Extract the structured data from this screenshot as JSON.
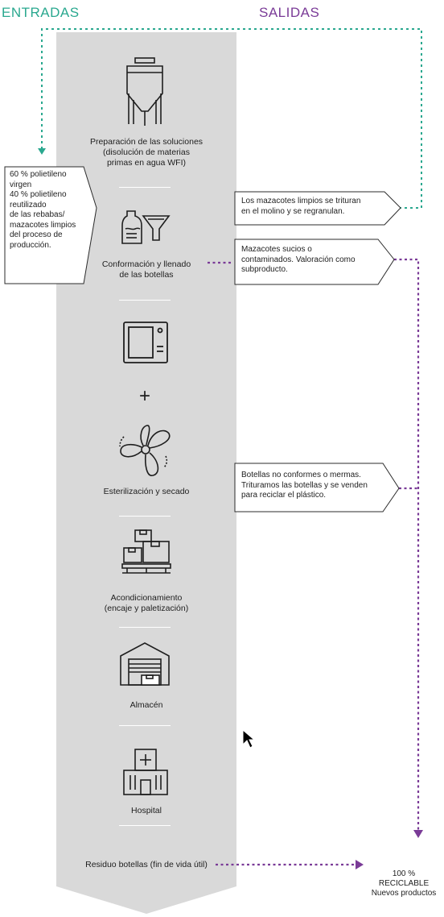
{
  "headers": {
    "inputs": "ENTRADAS",
    "outputs": "SALIDAS"
  },
  "colors": {
    "inputs": "#2aa88f",
    "outputs": "#7a3b97",
    "band": "#d9d9d9"
  },
  "steps": [
    {
      "icon": "tank-icon",
      "label": "Preparación de las soluciones\n(disolución de materias\nprimas en agua WFI)"
    },
    {
      "icon": "bottle-filling-icon",
      "label": "Conformación y llenado\nde las botellas"
    },
    {
      "icon": "autoclave-icon",
      "label": ""
    },
    {
      "icon": "fan-icon",
      "label": "Esterilización y secado"
    },
    {
      "icon": "boxes-pallet-icon",
      "label": "Acondicionamiento\n(encaje y paletización)"
    },
    {
      "icon": "warehouse-icon",
      "label": "Almacén"
    },
    {
      "icon": "hospital-icon",
      "label": "Hospital"
    },
    {
      "icon": "",
      "label": "Residuo botellas (fin de vida útil)"
    }
  ],
  "plus_sign": "+",
  "input_box": {
    "lines": [
      "60 % polietileno",
      "virgen",
      "40 % polietileno",
      "reutilizado",
      "de las rebabas/",
      "mazacotes limpios",
      "del proceso de",
      "producción."
    ]
  },
  "output_boxes": [
    {
      "lines": [
        "Los mazacotes limpios se trituran",
        "en el molino y se regranulan."
      ]
    },
    {
      "lines": [
        "Mazacotes sucios o",
        "contaminados. Valoración como",
        "subproducto."
      ]
    },
    {
      "lines": [
        "Botellas no conformes o mermas.",
        "Trituramos las botellas y se venden",
        "para reciclar el plástico."
      ]
    }
  ],
  "result": {
    "lines": [
      "100 %",
      "RECICLABLE",
      "Nuevos productos"
    ]
  }
}
